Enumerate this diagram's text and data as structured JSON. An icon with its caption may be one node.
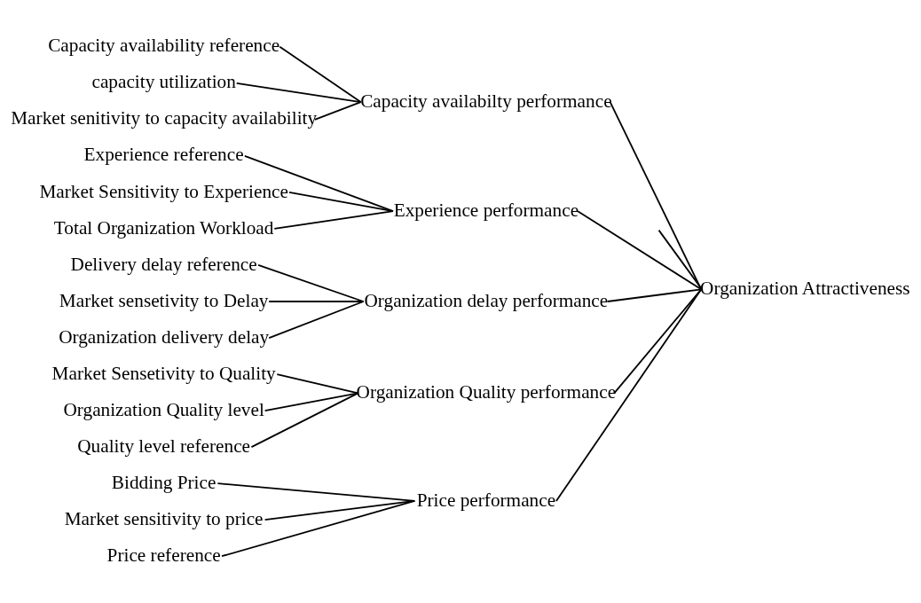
{
  "diagram": {
    "nodes": [
      {
        "text": [
          "Capacity availability reference"
        ]
      },
      {
        "text": [
          "capacity utilization"
        ]
      },
      {
        "text": [
          "Market senitivity to capacity availability"
        ]
      },
      {
        "text": [
          "Capacity availabilty performance"
        ]
      },
      {
        "text": [
          "Experience reference"
        ]
      },
      {
        "text": [
          "Market Sensitivity to Experience"
        ]
      },
      {
        "text": [
          "Total Organization Workload"
        ]
      },
      {
        "text": [
          "Experience performance"
        ]
      },
      {
        "text": [
          "Delivery delay reference"
        ]
      },
      {
        "text": [
          "Market sensetivity to Delay"
        ]
      },
      {
        "text": [
          "Organization delivery delay"
        ]
      },
      {
        "text": [
          "Organization delay performance"
        ]
      },
      {
        "text": [
          "Market Sensetivity to Quality"
        ]
      },
      {
        "text": [
          "Organization Quality level"
        ]
      },
      {
        "text": [
          "Quality level reference"
        ]
      },
      {
        "text": [
          "Organization Quality performance"
        ]
      },
      {
        "text": [
          "Bidding Price"
        ]
      },
      {
        "text": [
          "Market sensitivity to price"
        ]
      },
      {
        "text": [
          "Price reference"
        ]
      },
      {
        "text": [
          "Price performance"
        ]
      },
      {
        "text": [
          "Organization Attractiveness"
        ]
      }
    ],
    "edges": [
      {
        "from": 0,
        "to": 3,
        "arrow": "none"
      },
      {
        "from": 1,
        "to": 3,
        "arrow": "none"
      },
      {
        "from": 2,
        "to": 3,
        "arrow": "none"
      },
      {
        "from": 4,
        "to": 7,
        "arrow": "none"
      },
      {
        "from": 5,
        "to": 7,
        "arrow": "none"
      },
      {
        "from": 6,
        "to": 7,
        "arrow": "none"
      },
      {
        "from": 8,
        "to": 11,
        "arrow": "none"
      },
      {
        "from": 9,
        "to": 11,
        "arrow": "none"
      },
      {
        "from": 10,
        "to": 11,
        "arrow": "none"
      },
      {
        "from": 12,
        "to": 15,
        "arrow": "none"
      },
      {
        "from": 13,
        "to": 15,
        "arrow": "none"
      },
      {
        "from": 14,
        "to": 15,
        "arrow": "none"
      },
      {
        "from": 16,
        "to": 19,
        "arrow": "none"
      },
      {
        "from": 17,
        "to": 19,
        "arrow": "none"
      },
      {
        "from": 18,
        "to": 19,
        "arrow": "none"
      },
      {
        "from": 3,
        "to": 20,
        "arrow": "none"
      },
      {
        "from": 7,
        "to": 20,
        "arrow": "none"
      },
      {
        "from": 11,
        "to": 20,
        "arrow": "none"
      },
      {
        "from": 15,
        "to": 20,
        "arrow": "none"
      },
      {
        "from": 19,
        "to": 20,
        "arrow": "none"
      },
      {
        "from": null,
        "to": 20,
        "arrow": "none"
      }
    ]
  }
}
